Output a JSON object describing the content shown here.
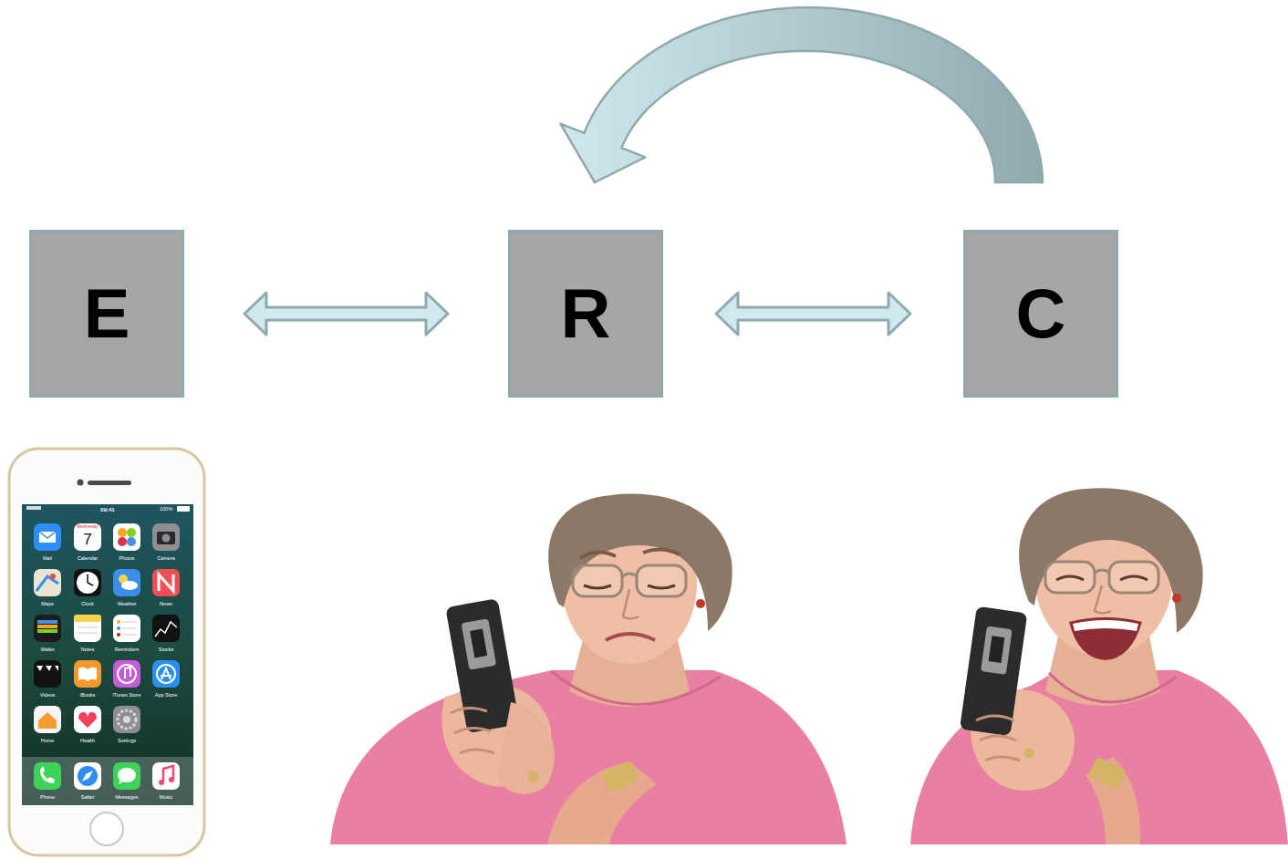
{
  "diagram": {
    "nodes": [
      {
        "text": [
          "E"
        ]
      },
      {
        "text": [
          "R"
        ]
      },
      {
        "text": [
          "C"
        ]
      }
    ],
    "edges": [
      {
        "from": 0,
        "to": 1,
        "arrow": "both"
      },
      {
        "from": 1,
        "to": 2,
        "arrow": "both"
      },
      {
        "from": 2,
        "to": 1,
        "arrow": "to"
      }
    ],
    "labels": [
      "09:41",
      "100%",
      "Wednesday",
      "7",
      "Mail",
      "Calendar",
      "Photos",
      "Camera",
      "Maps",
      "Clock",
      "Weather",
      "News",
      "Wallet",
      "Notes",
      "Reminders",
      "Stocks",
      "Videos",
      "iBooks",
      "iTunes Store",
      "App Store",
      "Home",
      "Health",
      "Settings",
      "Phone",
      "Safari",
      "Messages",
      "Music"
    ]
  }
}
